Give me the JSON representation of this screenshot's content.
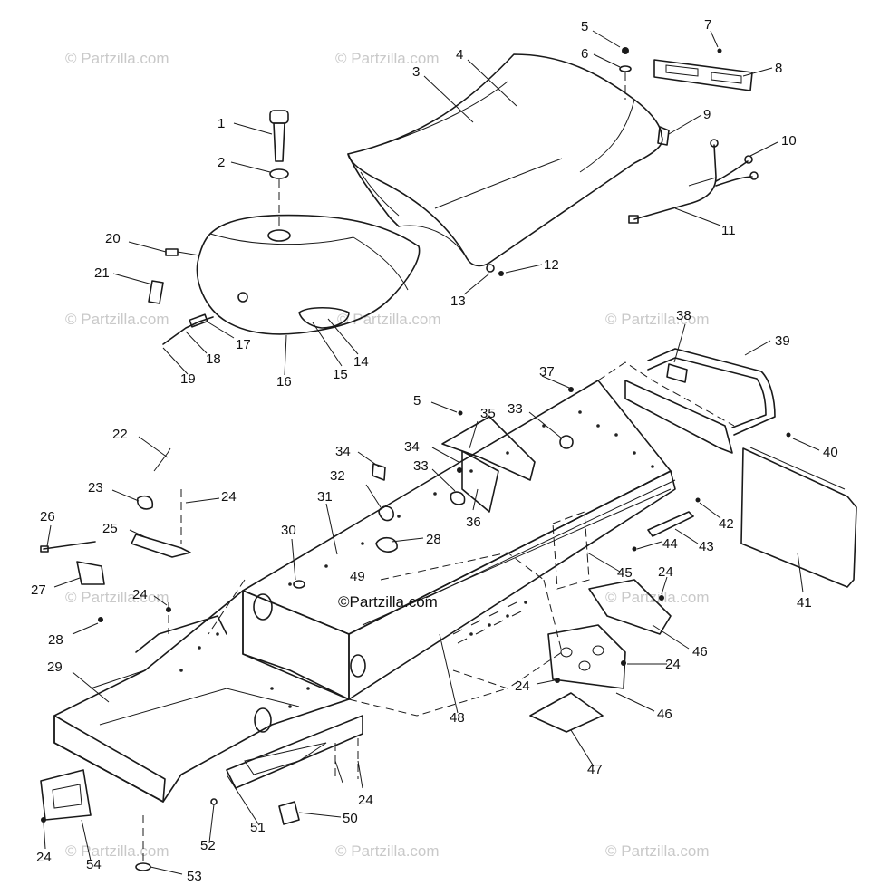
{
  "watermarks": [
    "© Partzilla.com",
    "© Partzilla.com",
    "© Partzilla.com",
    "© Partzilla.com",
    "© Partzilla.com",
    "© Partzilla.com",
    "© Partzilla.com",
    "© Partzilla.com",
    "© Partzilla.com",
    "© Partzilla.com"
  ],
  "center_watermark": "©Partzilla.com",
  "callouts": [
    "1",
    "2",
    "3",
    "4",
    "5",
    "6",
    "7",
    "8",
    "9",
    "10",
    "11",
    "12",
    "13",
    "14",
    "15",
    "16",
    "17",
    "18",
    "19",
    "20",
    "21",
    "22",
    "23",
    "24",
    "24",
    "24",
    "24",
    "24",
    "24",
    "24",
    "24",
    "25",
    "26",
    "27",
    "28",
    "28",
    "29",
    "30",
    "31",
    "32",
    "33",
    "33",
    "34",
    "34",
    "35",
    "36",
    "37",
    "38",
    "39",
    "40",
    "41",
    "42",
    "43",
    "44",
    "45",
    "46",
    "46",
    "47",
    "48",
    "49",
    "50",
    "51",
    "52",
    "53",
    "54",
    "5"
  ]
}
